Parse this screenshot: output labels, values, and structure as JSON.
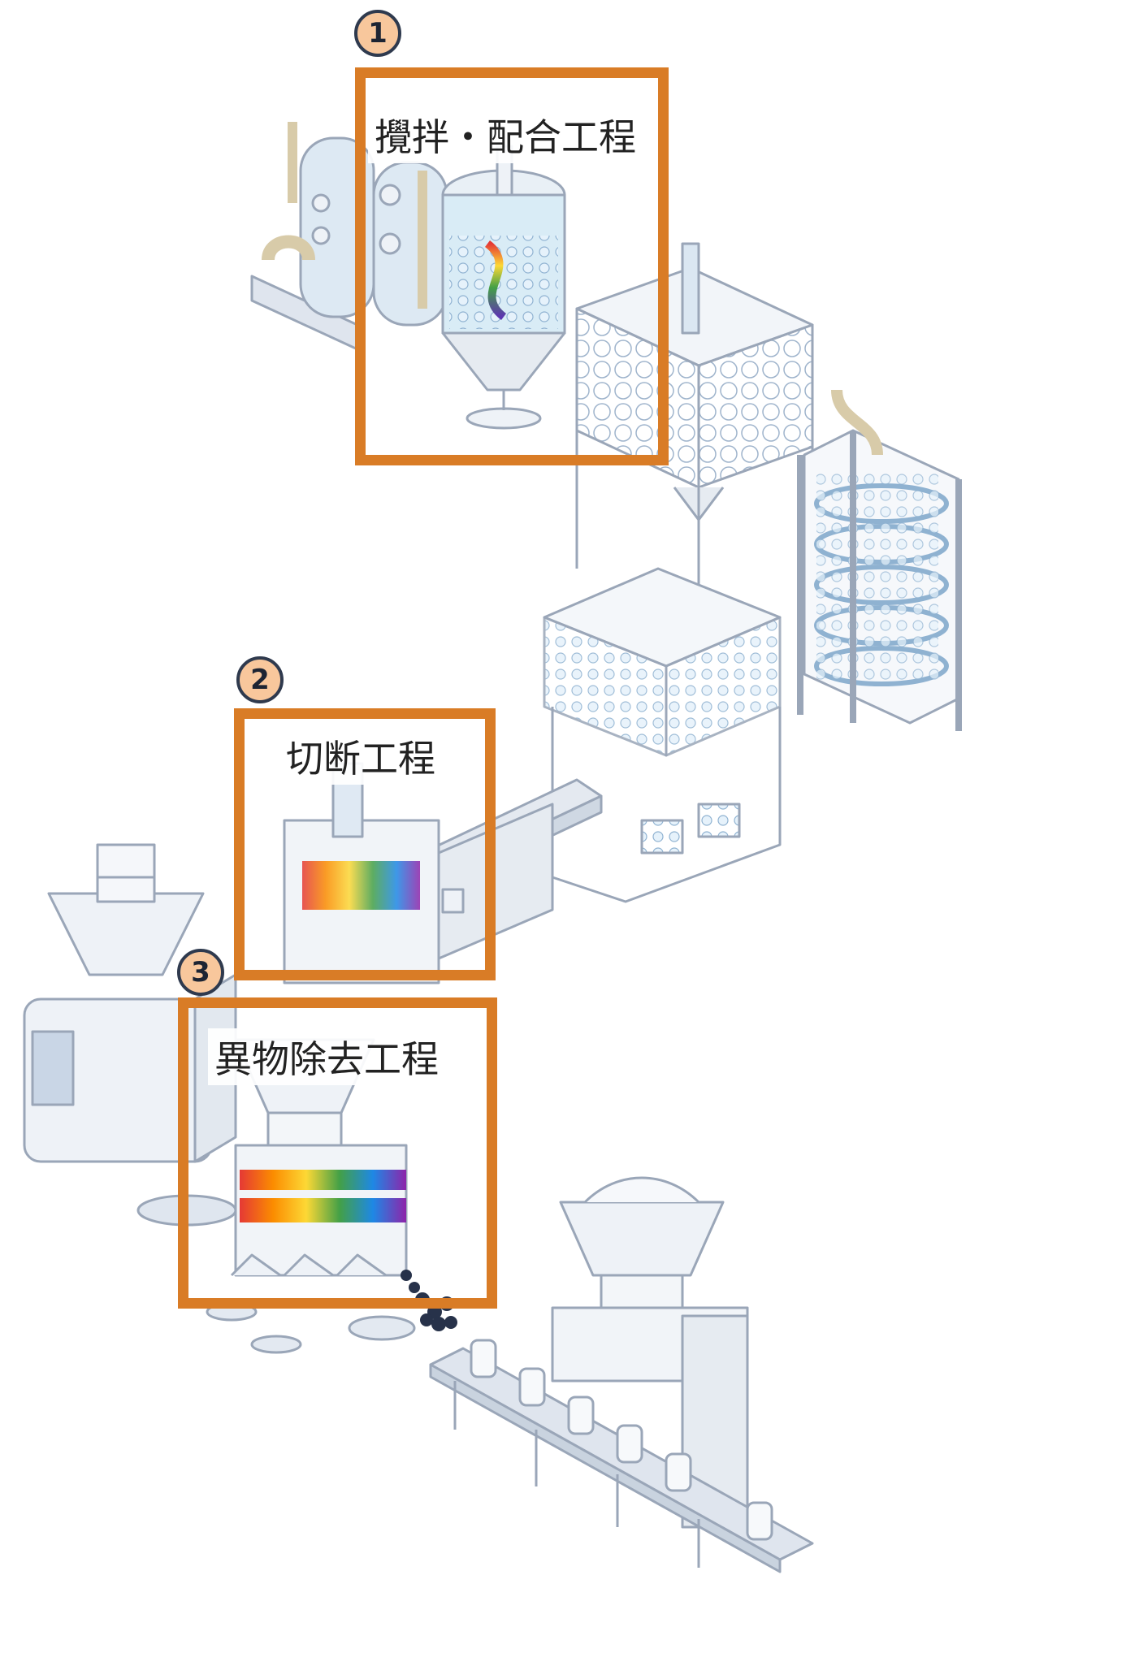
{
  "steps": [
    {
      "number": "1",
      "label": "攪拌・配合工程"
    },
    {
      "number": "2",
      "label": "切断工程"
    },
    {
      "number": "3",
      "label": "異物除去工程"
    }
  ],
  "colors": {
    "frame": "#d97c26",
    "badge_fill": "#f8c79c",
    "badge_outline": "#2f3a4e",
    "machine_line": "#9aa6b8",
    "machine_fill": "#eef2f7"
  }
}
